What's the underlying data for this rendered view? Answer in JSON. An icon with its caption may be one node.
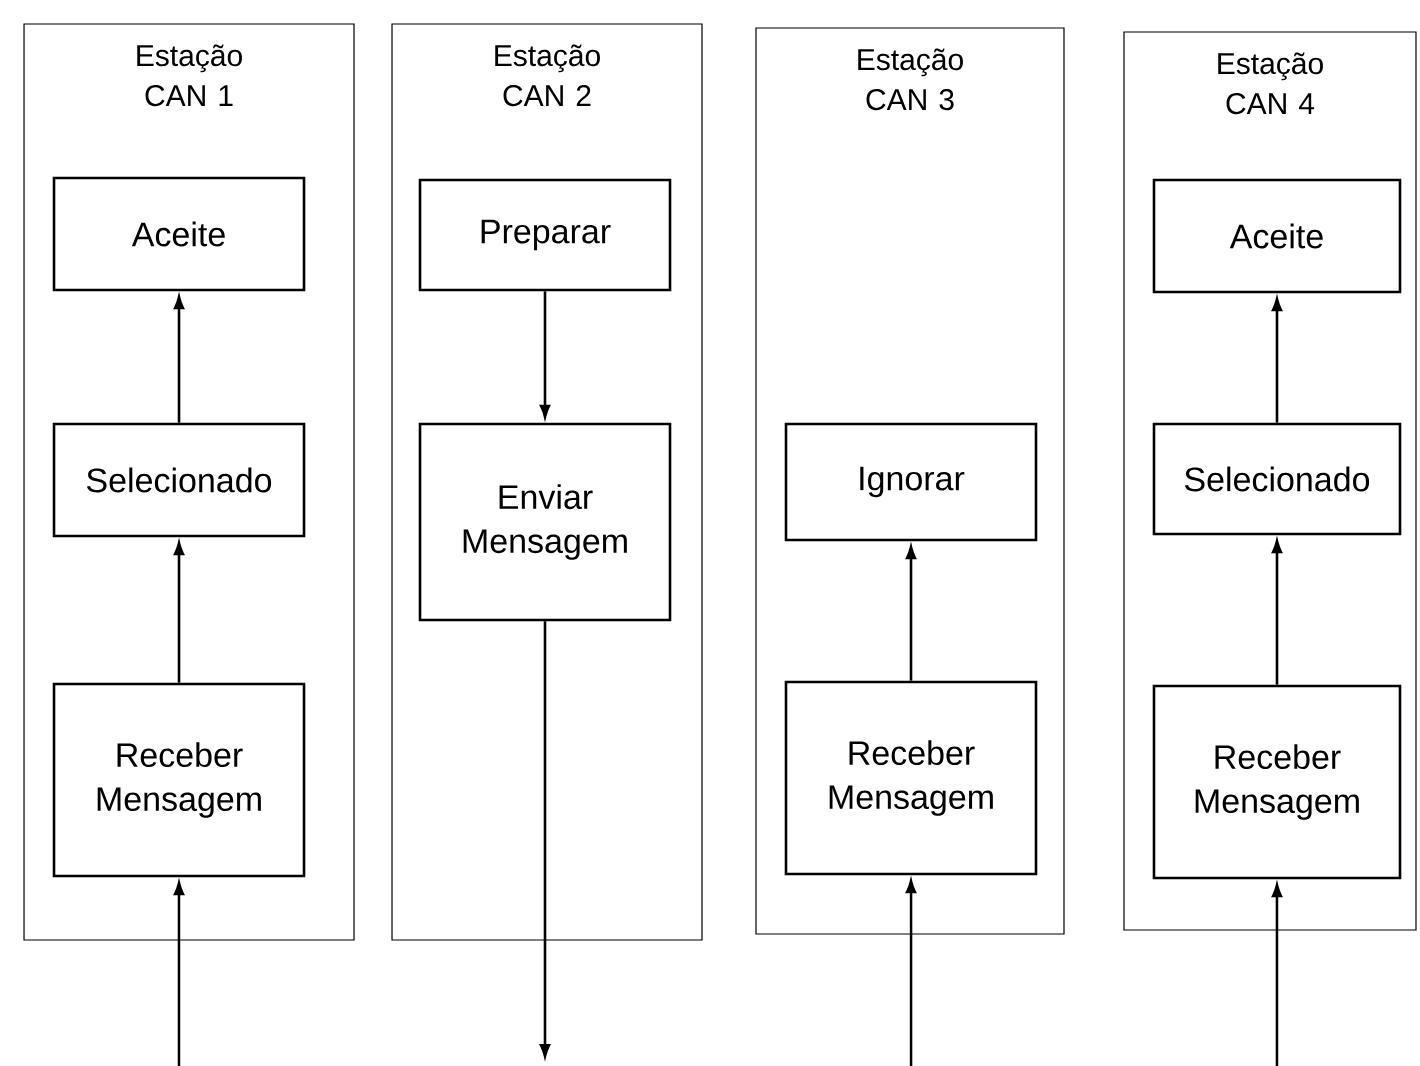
{
  "diagram": {
    "nodes": [
      {
        "text": [
          "Estação CAN 1"
        ]
      },
      {
        "text": [
          "Aceite"
        ],
        "in": 0
      },
      {
        "text": [
          "Selecionado"
        ],
        "in": 0
      },
      {
        "text": [
          "Receber Mensagem"
        ],
        "in": 0
      },
      {
        "text": [
          "Estação CAN 2"
        ]
      },
      {
        "text": [
          "Preparar"
        ],
        "in": 4
      },
      {
        "text": [
          "Enviar Mensagem"
        ],
        "in": 4
      },
      {
        "text": [
          "Estação CAN 3"
        ]
      },
      {
        "text": [
          "Ignorar"
        ],
        "in": 7
      },
      {
        "text": [
          "Receber Mensagem"
        ],
        "in": 7
      },
      {
        "text": [
          "Estação CAN 4"
        ]
      },
      {
        "text": [
          "Aceite"
        ],
        "in": 10
      },
      {
        "text": [
          "Selecionado"
        ],
        "in": 10
      },
      {
        "text": [
          "Receber Mensagem"
        ],
        "in": 10
      }
    ],
    "edges": [
      {
        "from": null,
        "to": 3,
        "arrow": "to"
      },
      {
        "from": 3,
        "to": 2,
        "arrow": "to"
      },
      {
        "from": 2,
        "to": 1,
        "arrow": "to"
      },
      {
        "from": 5,
        "to": 6,
        "arrow": "to"
      },
      {
        "from": 6,
        "to": null,
        "arrow": "to"
      },
      {
        "from": null,
        "to": 9,
        "arrow": "to"
      },
      {
        "from": 9,
        "to": 8,
        "arrow": "to"
      },
      {
        "from": null,
        "to": 13,
        "arrow": "to"
      },
      {
        "from": 13,
        "to": 12,
        "arrow": "to"
      },
      {
        "from": 12,
        "to": 11,
        "arrow": "to"
      }
    ]
  }
}
